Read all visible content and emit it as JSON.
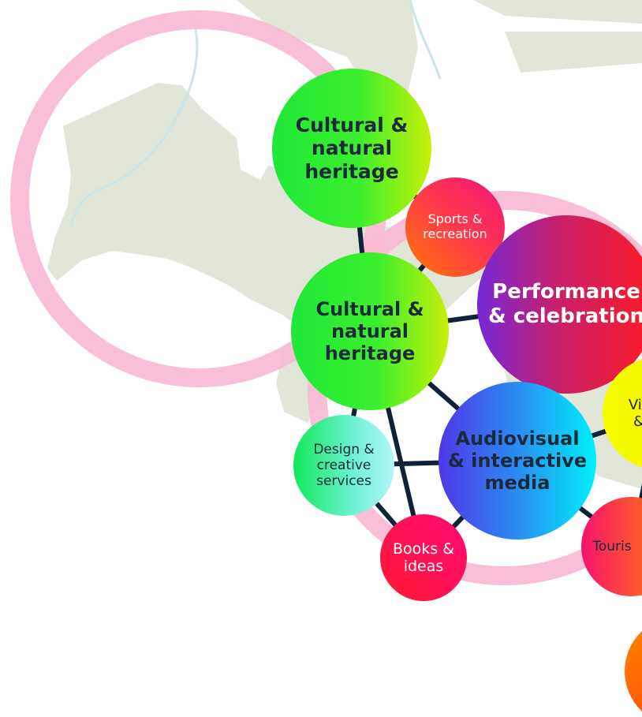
{
  "diagram": {
    "nodes": [
      {
        "id": "heritage-top",
        "label": "Cultural &\nnatural\nheritage",
        "fill": "green-lime",
        "text_color": "#1b2a3a"
      },
      {
        "id": "sports",
        "label": "Sports &\nrecreation",
        "fill": "orange-pink",
        "text_color": "#ffffff"
      },
      {
        "id": "performance",
        "label": "Performance\n& celebration",
        "fill": "violet-red",
        "text_color": "#ffffff"
      },
      {
        "id": "heritage-mid",
        "label": "Cultural &\nnatural\nheritage",
        "fill": "green-lime",
        "text_color": "#1b2a3a"
      },
      {
        "id": "visual-arts",
        "label": "Vis\n&",
        "fill": "yellow",
        "text_color": "#1b2a3a"
      },
      {
        "id": "design",
        "label": "Design &\ncreative\nservices",
        "fill": "green-cyan",
        "text_color": "#1b2a3a"
      },
      {
        "id": "audiovisual",
        "label": "Audiovisual\n& interactive\nmedia",
        "fill": "blue-cyan",
        "text_color": "#1b2a3a"
      },
      {
        "id": "books",
        "label": "Books &\nideas",
        "fill": "red-pink",
        "text_color": "#ffffff"
      },
      {
        "id": "tourism",
        "label": "Touris",
        "fill": "pink-orange",
        "text_color": "#1b2a3a"
      },
      {
        "id": "partial-bottom",
        "label": "",
        "fill": "orange-red",
        "text_color": "#1b2a3a"
      }
    ],
    "edges": [
      [
        "heritage-top",
        "sports"
      ],
      [
        "heritage-top",
        "heritage-mid"
      ],
      [
        "sports",
        "heritage-mid"
      ],
      [
        "heritage-mid",
        "performance"
      ],
      [
        "heritage-mid",
        "audiovisual"
      ],
      [
        "heritage-mid",
        "design"
      ],
      [
        "heritage-mid",
        "books"
      ],
      [
        "design",
        "audiovisual"
      ],
      [
        "design",
        "books"
      ],
      [
        "audiovisual",
        "books"
      ],
      [
        "audiovisual",
        "visual-arts"
      ],
      [
        "audiovisual",
        "tourism"
      ],
      [
        "visual-arts",
        "tourism"
      ]
    ],
    "colors": {
      "edge": "#0f2238",
      "map_land": "#e1e6d9",
      "map_water": "#c9e6ec",
      "ring": "#f9b8d4"
    }
  }
}
